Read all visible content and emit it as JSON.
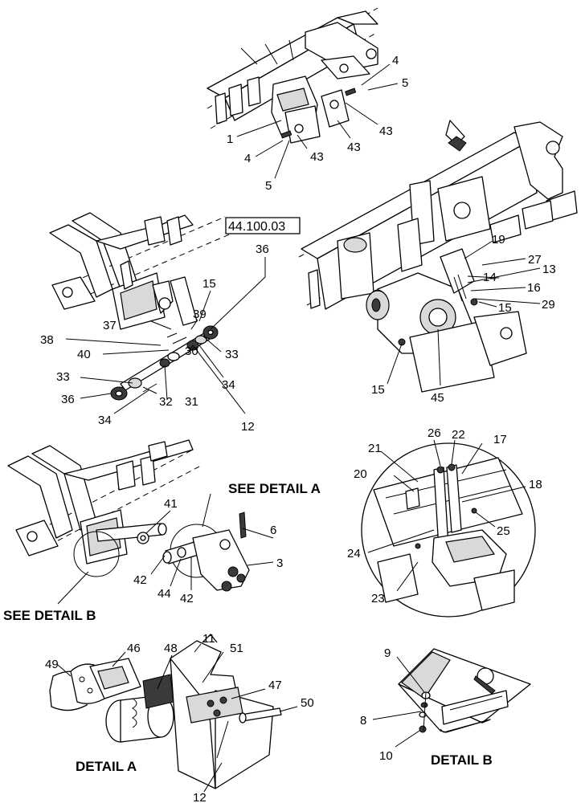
{
  "reference_box": "44.100.03",
  "captions": {
    "see_detail_a": "SEE DETAIL  A",
    "see_detail_b": "SEE DETAIL  B",
    "detail_a": "DETAIL  A",
    "detail_b": "DETAIL  B"
  },
  "callouts": {
    "c1": "1",
    "c3": "3",
    "c4a": "4",
    "c4b": "4",
    "c5a": "5",
    "c5b": "5",
    "c6": "6",
    "c8": "8",
    "c9": "9",
    "c10": "10",
    "c11": "11",
    "c12a": "12",
    "c12b": "12",
    "c13": "13",
    "c14": "14",
    "c15a": "15",
    "c15b": "15",
    "c15c": "15",
    "c16": "16",
    "c17": "17",
    "c18": "18",
    "c19": "19",
    "c20": "20",
    "c21": "21",
    "c22": "22",
    "c23": "23",
    "c24": "24",
    "c25": "25",
    "c26": "26",
    "c27": "27",
    "c29": "29",
    "c30": "30",
    "c31": "31",
    "c32": "32",
    "c33a": "33",
    "c33b": "33",
    "c34a": "34",
    "c34b": "34",
    "c36a": "36",
    "c36b": "36",
    "c37": "37",
    "c38": "38",
    "c39": "39",
    "c40": "40",
    "c41": "41",
    "c42a": "42",
    "c42b": "42",
    "c43a": "43",
    "c43b": "43",
    "c43c": "43",
    "c44": "44",
    "c45": "45",
    "c46": "46",
    "c47": "47",
    "c48": "48",
    "c49": "49",
    "c50": "50",
    "c51": "51"
  }
}
